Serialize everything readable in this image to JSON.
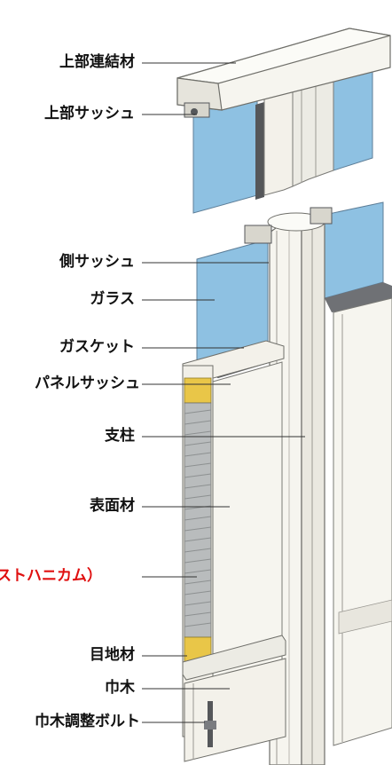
{
  "labels": {
    "top_connector": "上部連結材",
    "top_sash": "上部サッシュ",
    "side_sash": "側サッシュ",
    "glass": "ガラス",
    "gasket": "ガスケット",
    "panel_sash": "パネルサッシュ",
    "column": "支柱",
    "surface": "表面材",
    "core": "ストハニカム）",
    "joint": "目地材",
    "baseboard": "巾木",
    "baseboard_bolt": "巾木調整ボルト"
  },
  "colors": {
    "label_text": "#111111",
    "accent": "#e01010",
    "glass": "#8ec1e2",
    "frame": "#f3f1ea",
    "honeycomb": "#b9bcbd",
    "filler": "#e9c648",
    "gasket": "#55575a"
  }
}
